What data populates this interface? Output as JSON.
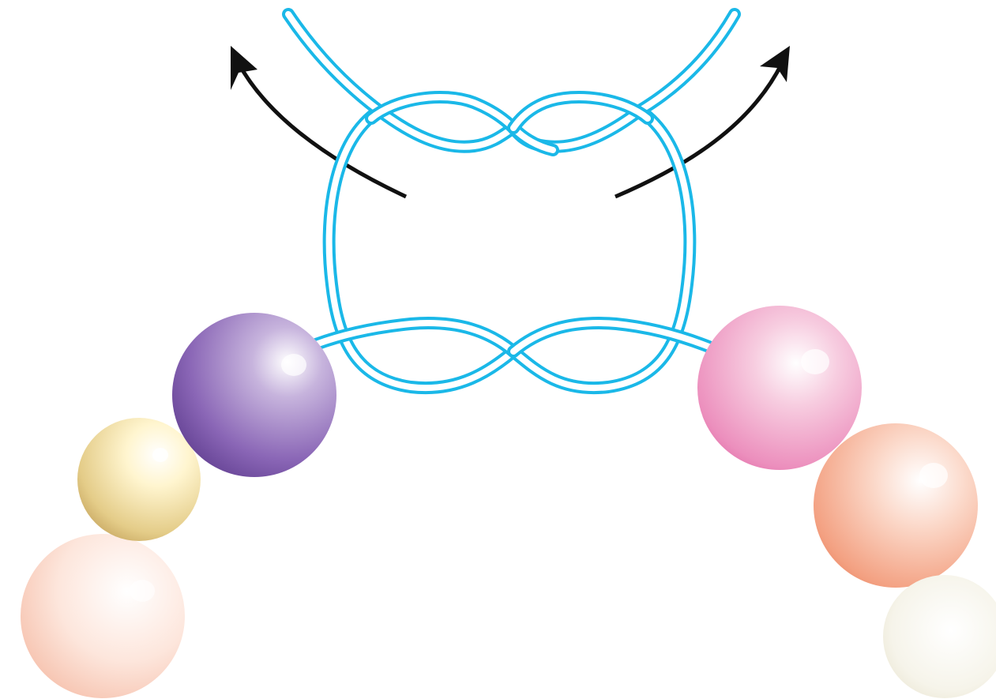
{
  "diagram": {
    "cord": {
      "color": "#1ab8e8",
      "fill": "#ffffff"
    },
    "arrow_color": "#111111",
    "beads": [
      {
        "name": "bead-purple",
        "color": "#7a55a6"
      },
      {
        "name": "bead-pink",
        "color": "#e86aa8"
      },
      {
        "name": "bead-gold",
        "color": "#d9ba6a"
      },
      {
        "name": "bead-peach",
        "color": "#f6b8a2"
      },
      {
        "name": "bead-coral",
        "color": "#f09070"
      },
      {
        "name": "bead-cream",
        "color": "#ece8d4"
      }
    ]
  }
}
